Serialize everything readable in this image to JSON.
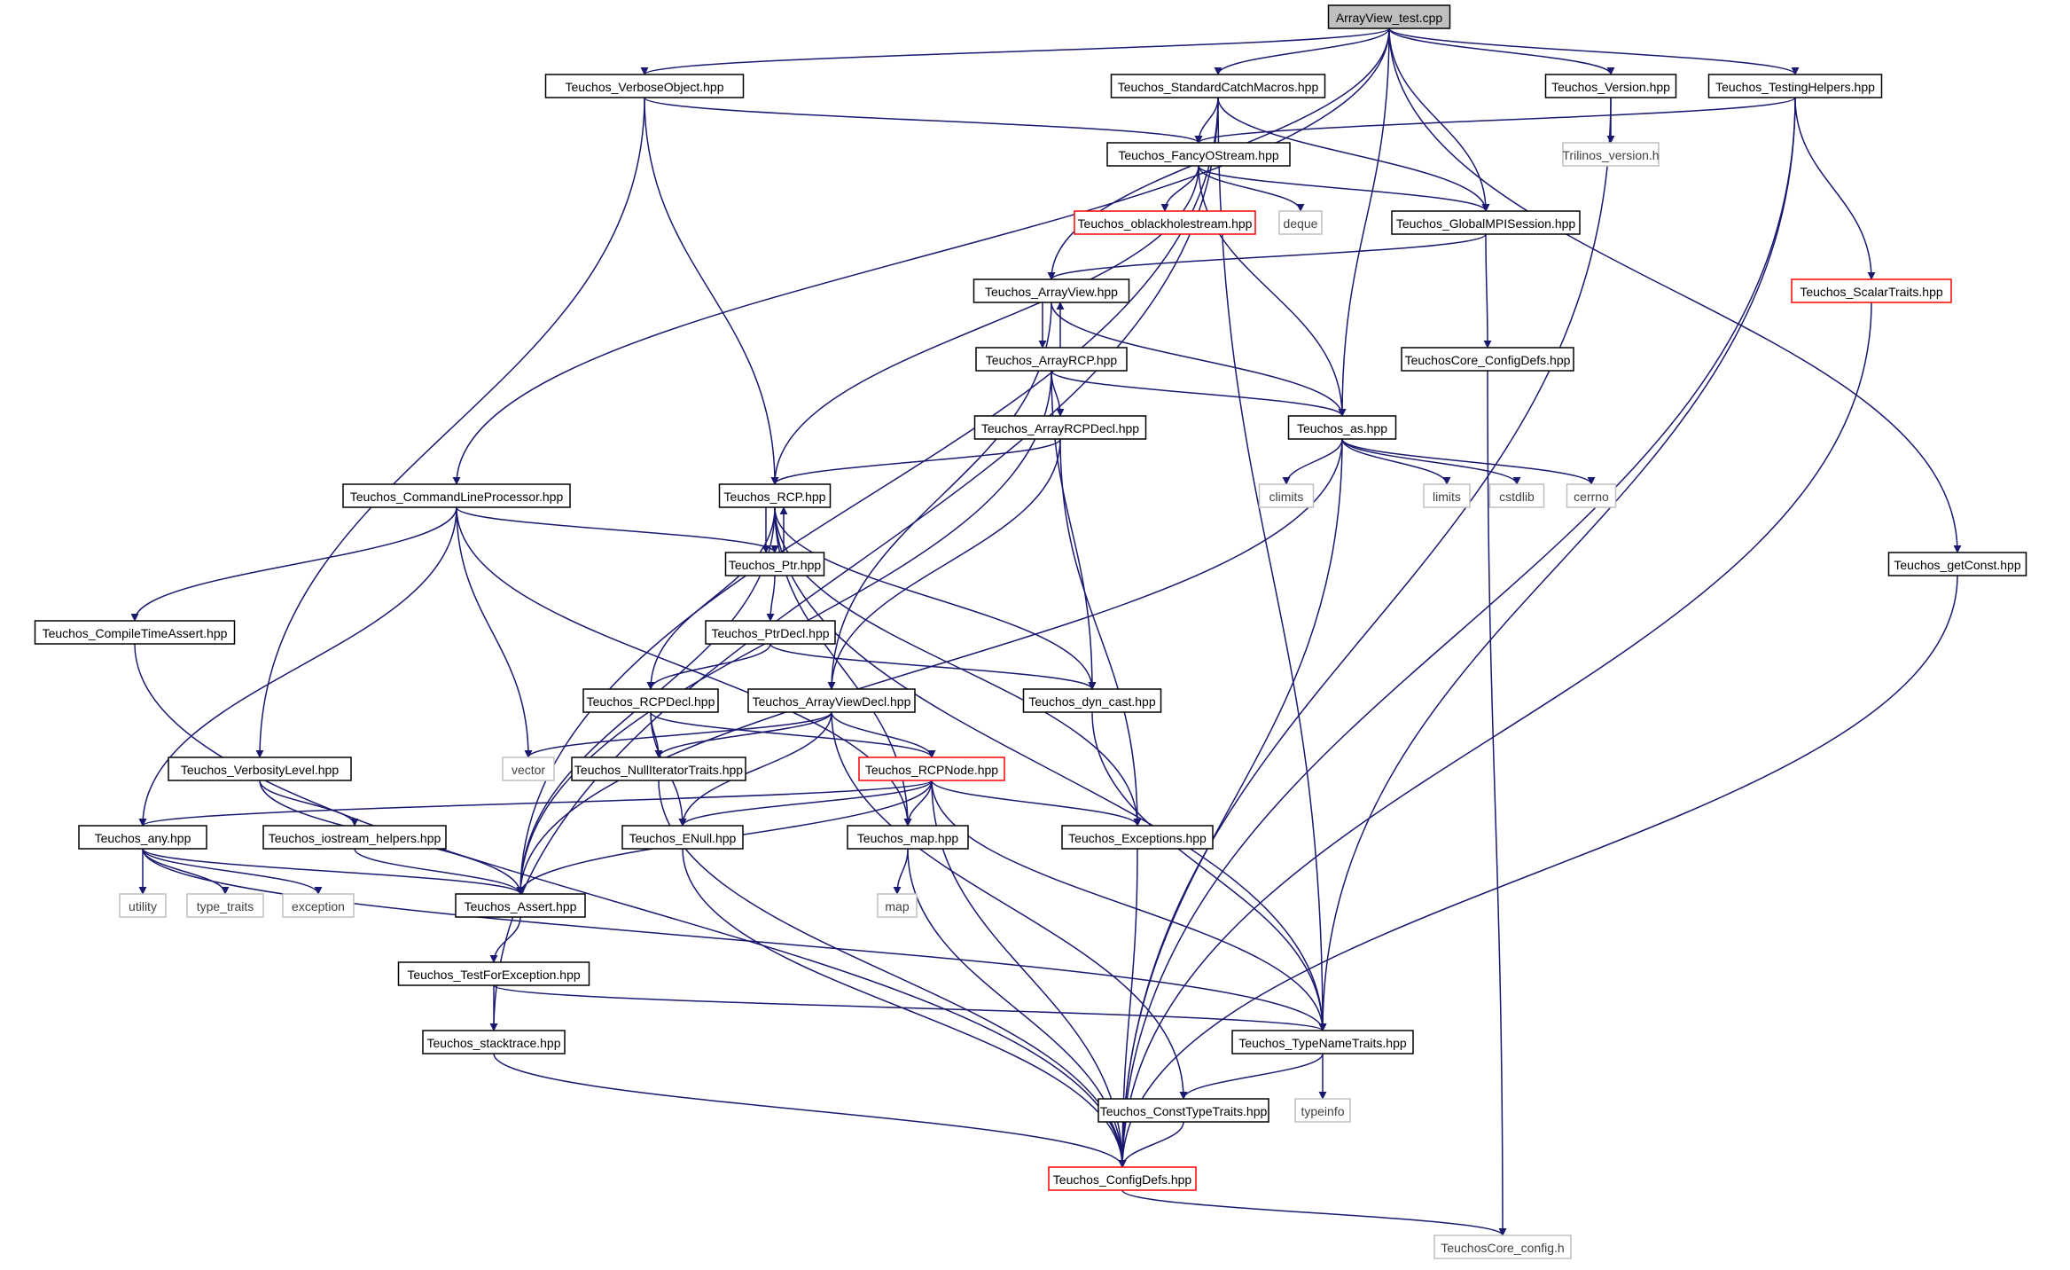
{
  "graph": {
    "title": "ArrayView_test.cpp",
    "colors": {
      "edge": "#191970",
      "box_default": "#000000",
      "box_truncated": "#ff0000",
      "box_external": "#bfbfbf",
      "fill_root": "#bfbfbf",
      "fill_default": "#ffffff",
      "text_default": "#000000",
      "text_external": "#404040"
    },
    "nodes": [
      {
        "id": "root",
        "label": "ArrayView_test.cpp",
        "style": "root"
      },
      {
        "id": "verboseobject",
        "label": "Teuchos_VerboseObject.hpp",
        "style": "normal"
      },
      {
        "id": "standardcatch",
        "label": "Teuchos_StandardCatchMacros.hpp",
        "style": "normal"
      },
      {
        "id": "version",
        "label": "Teuchos_Version.hpp",
        "style": "normal"
      },
      {
        "id": "testinghelpers",
        "label": "Teuchos_TestingHelpers.hpp",
        "style": "normal"
      },
      {
        "id": "fancyostream",
        "label": "Teuchos_FancyOStream.hpp",
        "style": "normal"
      },
      {
        "id": "trilinosversion",
        "label": "Trilinos_version.h",
        "style": "external"
      },
      {
        "id": "oblackhole",
        "label": "Teuchos_oblackholestream.hpp",
        "style": "truncated"
      },
      {
        "id": "deque",
        "label": "deque",
        "style": "external"
      },
      {
        "id": "globalmpi",
        "label": "Teuchos_GlobalMPISession.hpp",
        "style": "normal"
      },
      {
        "id": "scalartraits",
        "label": "Teuchos_ScalarTraits.hpp",
        "style": "truncated"
      },
      {
        "id": "arrayview",
        "label": "Teuchos_ArrayView.hpp",
        "style": "normal"
      },
      {
        "id": "arrayrcp",
        "label": "Teuchos_ArrayRCP.hpp",
        "style": "normal"
      },
      {
        "id": "coreconfigdefs",
        "label": "TeuchosCore_ConfigDefs.hpp",
        "style": "normal"
      },
      {
        "id": "as",
        "label": "Teuchos_as.hpp",
        "style": "normal"
      },
      {
        "id": "arrayrcpdecl",
        "label": "Teuchos_ArrayRCPDecl.hpp",
        "style": "normal"
      },
      {
        "id": "climits",
        "label": "climits",
        "style": "external"
      },
      {
        "id": "limits",
        "label": "limits",
        "style": "external"
      },
      {
        "id": "cstdlib",
        "label": "cstdlib",
        "style": "external"
      },
      {
        "id": "cerrno",
        "label": "cerrno",
        "style": "external"
      },
      {
        "id": "cmdline",
        "label": "Teuchos_CommandLineProcessor.hpp",
        "style": "normal"
      },
      {
        "id": "rcp",
        "label": "Teuchos_RCP.hpp",
        "style": "normal"
      },
      {
        "id": "ptr",
        "label": "Teuchos_Ptr.hpp",
        "style": "normal"
      },
      {
        "id": "getconst",
        "label": "Teuchos_getConst.hpp",
        "style": "normal"
      },
      {
        "id": "compiletime",
        "label": "Teuchos_CompileTimeAssert.hpp",
        "style": "normal"
      },
      {
        "id": "ptrdecl",
        "label": "Teuchos_PtrDecl.hpp",
        "style": "normal"
      },
      {
        "id": "rcpdecl",
        "label": "Teuchos_RCPDecl.hpp",
        "style": "normal"
      },
      {
        "id": "arrayviewdecl",
        "label": "Teuchos_ArrayViewDecl.hpp",
        "style": "normal"
      },
      {
        "id": "dyncast",
        "label": "Teuchos_dyn_cast.hpp",
        "style": "normal"
      },
      {
        "id": "verbositylevel",
        "label": "Teuchos_VerbosityLevel.hpp",
        "style": "normal"
      },
      {
        "id": "vector",
        "label": "vector",
        "style": "external"
      },
      {
        "id": "nulliter",
        "label": "Teuchos_NullIteratorTraits.hpp",
        "style": "normal"
      },
      {
        "id": "rcpnode",
        "label": "Teuchos_RCPNode.hpp",
        "style": "truncated"
      },
      {
        "id": "any",
        "label": "Teuchos_any.hpp",
        "style": "normal"
      },
      {
        "id": "iostreamhelpers",
        "label": "Teuchos_iostream_helpers.hpp",
        "style": "normal"
      },
      {
        "id": "enull",
        "label": "Teuchos_ENull.hpp",
        "style": "normal"
      },
      {
        "id": "map",
        "label": "Teuchos_map.hpp",
        "style": "normal"
      },
      {
        "id": "exceptions",
        "label": "Teuchos_Exceptions.hpp",
        "style": "normal"
      },
      {
        "id": "utility",
        "label": "utility",
        "style": "external"
      },
      {
        "id": "typetraits",
        "label": "type_traits",
        "style": "external"
      },
      {
        "id": "exception",
        "label": "exception",
        "style": "external"
      },
      {
        "id": "assert",
        "label": "Teuchos_Assert.hpp",
        "style": "normal"
      },
      {
        "id": "stdmap",
        "label": "map",
        "style": "external"
      },
      {
        "id": "testforexc",
        "label": "Teuchos_TestForException.hpp",
        "style": "normal"
      },
      {
        "id": "stacktrace",
        "label": "Teuchos_stacktrace.hpp",
        "style": "normal"
      },
      {
        "id": "typenametraits",
        "label": "Teuchos_TypeNameTraits.hpp",
        "style": "normal"
      },
      {
        "id": "consttypetraits",
        "label": "Teuchos_ConstTypeTraits.hpp",
        "style": "normal"
      },
      {
        "id": "typeinfo",
        "label": "typeinfo",
        "style": "external"
      },
      {
        "id": "configdefs",
        "label": "Teuchos_ConfigDefs.hpp",
        "style": "truncated"
      },
      {
        "id": "coreconfigh",
        "label": "TeuchosCore_config.h",
        "style": "external"
      }
    ],
    "edges": [
      [
        "root",
        "verboseobject"
      ],
      [
        "root",
        "standardcatch"
      ],
      [
        "root",
        "version"
      ],
      [
        "root",
        "testinghelpers"
      ],
      [
        "root",
        "cmdline"
      ],
      [
        "root",
        "arrayview"
      ],
      [
        "root",
        "globalmpi"
      ],
      [
        "root",
        "as"
      ],
      [
        "root",
        "getconst"
      ],
      [
        "verboseobject",
        "fancyostream"
      ],
      [
        "verboseobject",
        "rcp"
      ],
      [
        "verboseobject",
        "verbositylevel"
      ],
      [
        "standardcatch",
        "fancyostream"
      ],
      [
        "standardcatch",
        "globalmpi"
      ],
      [
        "standardcatch",
        "assert"
      ],
      [
        "standardcatch",
        "stacktrace"
      ],
      [
        "standardcatch",
        "typenametraits"
      ],
      [
        "version",
        "trilinosversion"
      ],
      [
        "version",
        "configdefs"
      ],
      [
        "testinghelpers",
        "fancyostream"
      ],
      [
        "testinghelpers",
        "scalartraits"
      ],
      [
        "testinghelpers",
        "typenametraits"
      ],
      [
        "testinghelpers",
        "configdefs"
      ],
      [
        "fancyostream",
        "oblackhole"
      ],
      [
        "fancyostream",
        "deque"
      ],
      [
        "fancyostream",
        "globalmpi"
      ],
      [
        "fancyostream",
        "rcp"
      ],
      [
        "fancyostream",
        "as"
      ],
      [
        "globalmpi",
        "arrayview"
      ],
      [
        "globalmpi",
        "coreconfigdefs"
      ],
      [
        "scalartraits",
        "configdefs"
      ],
      [
        "arrayview",
        "arrayrcp"
      ],
      [
        "arrayview",
        "arrayviewdecl"
      ],
      [
        "arrayview",
        "as"
      ],
      [
        "arrayrcp",
        "arrayview"
      ],
      [
        "arrayrcp",
        "arrayrcpdecl"
      ],
      [
        "arrayrcp",
        "as"
      ],
      [
        "arrayrcp",
        "dyncast"
      ],
      [
        "arrayrcp",
        "assert"
      ],
      [
        "coreconfigdefs",
        "coreconfigh"
      ],
      [
        "arrayrcpdecl",
        "rcp"
      ],
      [
        "arrayrcpdecl",
        "arrayviewdecl"
      ],
      [
        "arrayrcpdecl",
        "exceptions"
      ],
      [
        "as",
        "climits"
      ],
      [
        "as",
        "limits"
      ],
      [
        "as",
        "cstdlib"
      ],
      [
        "as",
        "cerrno"
      ],
      [
        "as",
        "assert"
      ],
      [
        "as",
        "configdefs"
      ],
      [
        "cmdline",
        "ptr"
      ],
      [
        "cmdline",
        "compiletime"
      ],
      [
        "cmdline",
        "any"
      ],
      [
        "cmdline",
        "vector"
      ],
      [
        "cmdline",
        "map"
      ],
      [
        "rcp",
        "ptr"
      ],
      [
        "rcp",
        "rcpdecl"
      ],
      [
        "rcp",
        "dyncast"
      ],
      [
        "rcp",
        "exceptions"
      ],
      [
        "rcp",
        "map"
      ],
      [
        "rcp",
        "assert"
      ],
      [
        "rcp",
        "typenametraits"
      ],
      [
        "ptr",
        "rcp"
      ],
      [
        "ptr",
        "ptrdecl"
      ],
      [
        "getconst",
        "configdefs"
      ],
      [
        "compiletime",
        "configdefs"
      ],
      [
        "ptrdecl",
        "rcpdecl"
      ],
      [
        "ptrdecl",
        "dyncast"
      ],
      [
        "rcpdecl",
        "rcpnode"
      ],
      [
        "rcpdecl",
        "nulliter"
      ],
      [
        "rcpdecl",
        "enull"
      ],
      [
        "arrayviewdecl",
        "vector"
      ],
      [
        "arrayviewdecl",
        "nulliter"
      ],
      [
        "arrayviewdecl",
        "rcpnode"
      ],
      [
        "arrayviewdecl",
        "enull"
      ],
      [
        "arrayviewdecl",
        "consttypetraits"
      ],
      [
        "dyncast",
        "typenametraits"
      ],
      [
        "verbositylevel",
        "iostreamhelpers"
      ],
      [
        "verbositylevel",
        "assert"
      ],
      [
        "nulliter",
        "configdefs"
      ],
      [
        "rcpnode",
        "any"
      ],
      [
        "rcpnode",
        "enull"
      ],
      [
        "rcpnode",
        "map"
      ],
      [
        "rcpnode",
        "exceptions"
      ],
      [
        "rcpnode",
        "assert"
      ],
      [
        "rcpnode",
        "typenametraits"
      ],
      [
        "rcpnode",
        "configdefs"
      ],
      [
        "any",
        "utility"
      ],
      [
        "any",
        "typetraits"
      ],
      [
        "any",
        "exception"
      ],
      [
        "any",
        "assert"
      ],
      [
        "any",
        "typenametraits"
      ],
      [
        "iostreamhelpers",
        "assert"
      ],
      [
        "enull",
        "configdefs"
      ],
      [
        "map",
        "stdmap"
      ],
      [
        "map",
        "configdefs"
      ],
      [
        "exceptions",
        "configdefs"
      ],
      [
        "assert",
        "testforexc"
      ],
      [
        "testforexc",
        "stacktrace"
      ],
      [
        "testforexc",
        "typenametraits"
      ],
      [
        "stacktrace",
        "configdefs"
      ],
      [
        "typenametraits",
        "consttypetraits"
      ],
      [
        "typenametraits",
        "typeinfo"
      ],
      [
        "consttypetraits",
        "configdefs"
      ],
      [
        "configdefs",
        "coreconfigh"
      ]
    ]
  }
}
